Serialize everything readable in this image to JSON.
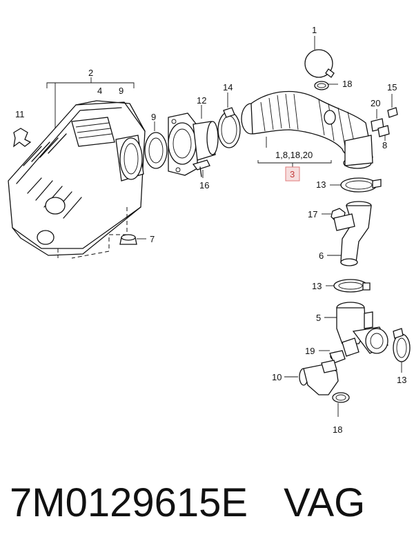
{
  "diagram": {
    "callouts": {
      "c1": "1",
      "c2": "2",
      "c3": "3",
      "c4": "4",
      "c5": "5",
      "c6": "6",
      "c7": "7",
      "c8": "8",
      "c9a": "9",
      "c9b": "9",
      "c10": "10",
      "c11": "11",
      "c12": "12",
      "c13a": "13",
      "c13b": "13",
      "c13c": "13",
      "c14": "14",
      "c15": "15",
      "c16": "16",
      "c17": "17",
      "c18a": "18",
      "c18b": "18",
      "c19": "19",
      "c20": "20",
      "group": "1,8,18,20"
    },
    "highlight_color": "#e07a7a"
  },
  "footer": {
    "part_number": "7M0129615E",
    "brand": "VAG"
  }
}
